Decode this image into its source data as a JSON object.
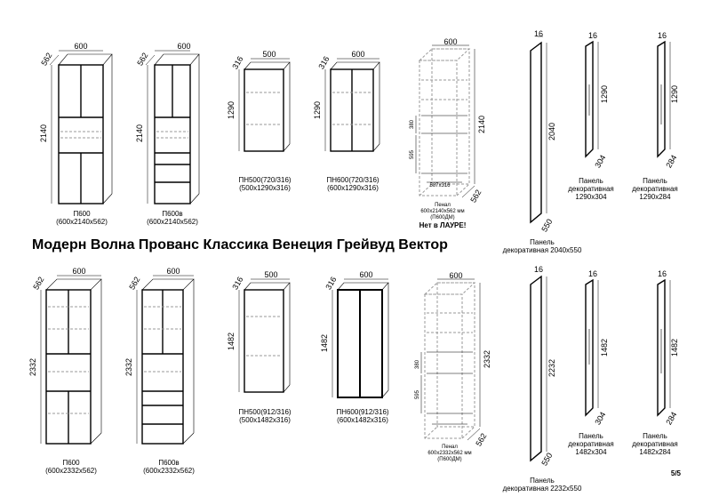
{
  "heading": "Модерн Волна Прованс Классика Венеция Грейвуд Вектор",
  "page_number": "5/5",
  "top_row": {
    "p600": {
      "dim_w": "600",
      "dim_d": "562",
      "dim_h": "2140",
      "name": "П600",
      "size": "(600х2140х562)"
    },
    "p600v": {
      "dim_w": "600",
      "dim_d": "562",
      "dim_h": "2140",
      "name": "П600в",
      "size": "(600х2140х562)"
    },
    "pn500": {
      "dim_w": "500",
      "dim_d": "316",
      "dim_h": "1290",
      "name": "ПН500(720/316)",
      "size": "(500х1290х316)"
    },
    "pn600": {
      "dim_w": "600",
      "dim_d": "316",
      "dim_h": "1290",
      "name": "ПН600(720/316)",
      "size": "(600х1290х316)"
    },
    "penal": {
      "dim_w": "600",
      "dim_d": "562",
      "dim_h": "2140",
      "dim_a": "380",
      "dim_b": "595",
      "dim_c": "587x316",
      "line1": "Пенал",
      "line2": "600х2140х562 мм",
      "line3": "(П600ДМ)",
      "note": "Нет в ЛАУРЕ!"
    },
    "panel_2040": {
      "dim_t": "16",
      "dim_h": "2040",
      "dim_d": "550",
      "name": "Панель",
      "name2": "декоративная 2040х550"
    },
    "panel_1290x304": {
      "dim_t": "16",
      "dim_h": "1290",
      "dim_d": "304",
      "name": "Панель",
      "name2": "декоративная",
      "size": "1290х304"
    },
    "panel_1290x284": {
      "dim_t": "16",
      "dim_h": "1290",
      "dim_d": "284",
      "name": "Панель",
      "name2": "декоративная",
      "size": "1290х284"
    }
  },
  "bottom_row": {
    "p600": {
      "dim_w": "600",
      "dim_d": "562",
      "dim_h": "2332",
      "name": "П600",
      "size": "(600х2332х562)"
    },
    "p600v": {
      "dim_w": "600",
      "dim_d": "562",
      "dim_h": "2332",
      "name": "П600в",
      "size": "(600х2332х562)"
    },
    "pn500": {
      "dim_w": "500",
      "dim_d": "316",
      "dim_h": "1482",
      "name": "ПН500(912/316)",
      "size": "(500х1482х316)"
    },
    "pn600": {
      "dim_w": "600",
      "dim_d": "316",
      "dim_h": "1482",
      "name": "ПН600(912/316)",
      "size": "(600х1482х316)"
    },
    "penal": {
      "dim_w": "600",
      "dim_d": "562",
      "dim_h": "2332",
      "dim_a": "380",
      "dim_b": "595",
      "line1": "Пенал",
      "line2": "600х2332х562 мм",
      "line3": "(П600ДМ)"
    },
    "panel_2232": {
      "dim_t": "16",
      "dim_h": "2232",
      "dim_d": "550",
      "name": "Панель",
      "name2": "декоративная 2232х550"
    },
    "panel_1482x304": {
      "dim_t": "16",
      "dim_h": "1482",
      "dim_d": "304",
      "name": "Панель",
      "name2": "декоративная",
      "size": "1482х304"
    },
    "panel_1482x284": {
      "dim_t": "16",
      "dim_h": "1482",
      "dim_d": "284",
      "name": "Панель",
      "name2": "декоративная",
      "size": "1482х284"
    }
  }
}
